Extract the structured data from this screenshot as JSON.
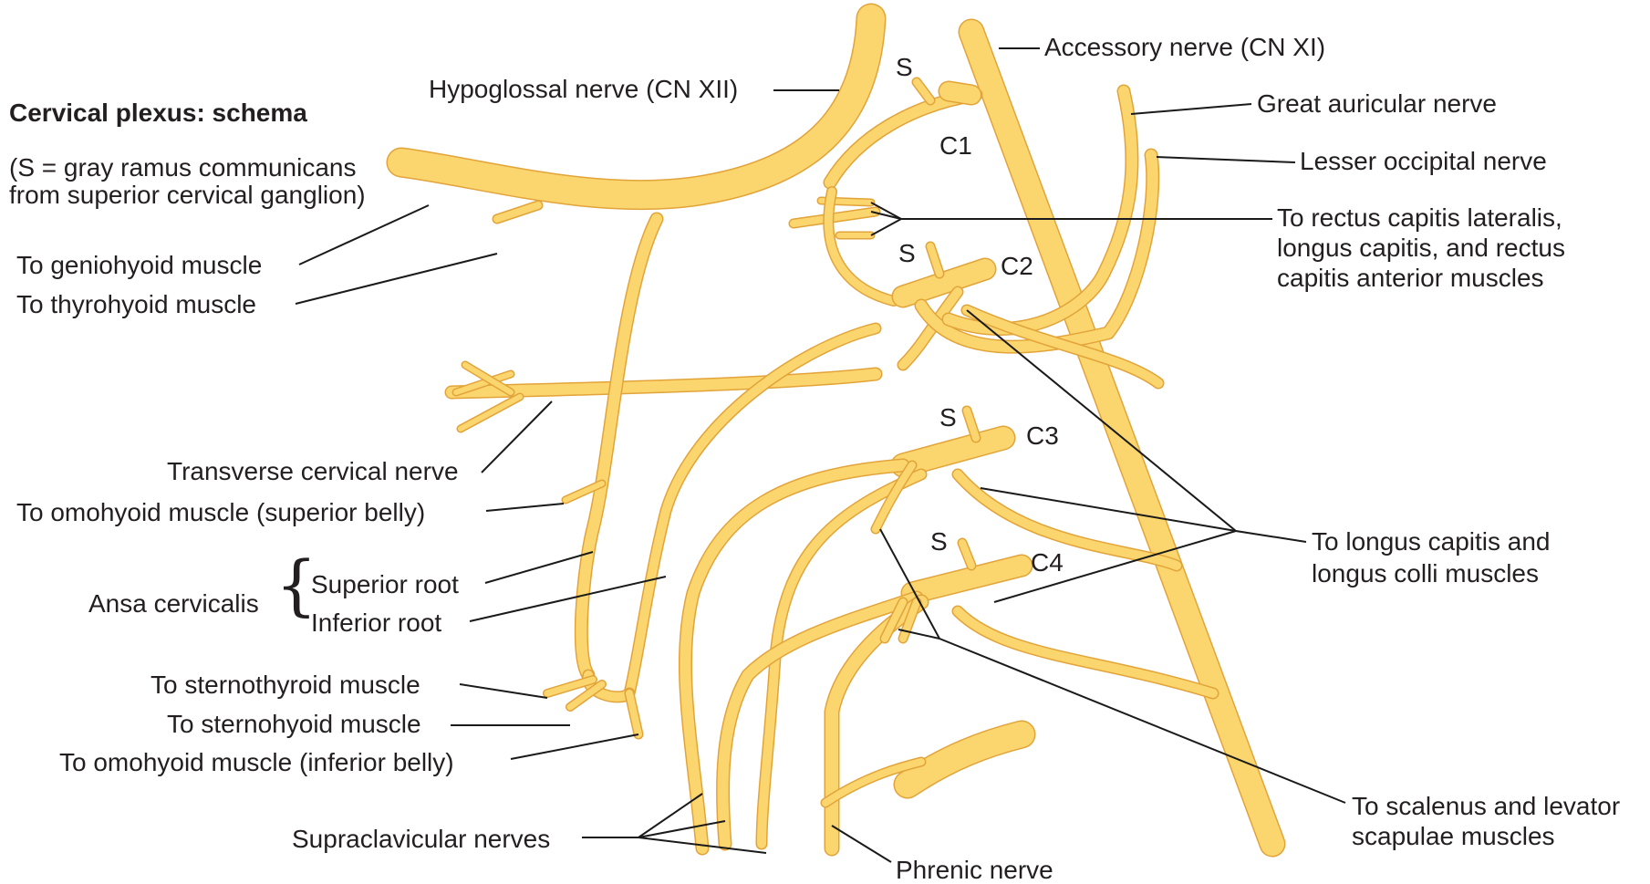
{
  "title": "Cervical plexus: schema",
  "note_line1": "(S = gray ramus communicans",
  "note_line2": "from superior cervical ganglion)",
  "colors": {
    "nerve_fill": "#fbd66e",
    "nerve_edge": "#e2a43a",
    "leader": "#1a1a1a"
  },
  "levels": {
    "c1": "C1",
    "c2": "C2",
    "c3": "C3",
    "c4": "C4",
    "s": "S"
  },
  "labels": {
    "hypoglossal": "Hypoglossal nerve (CN XII)",
    "accessory": "Accessory nerve (CN XI)",
    "great_auricular": "Great auricular nerve",
    "lesser_occipital": "Lesser occipital nerve",
    "rectus_1": "To rectus capitis lateralis,",
    "rectus_2": "longus capitis, and rectus",
    "rectus_3": "capitis anterior muscles",
    "geniohyoid": "To geniohyoid muscle",
    "thyrohyoid": "To thyrohyoid muscle",
    "transverse_cervical": "Transverse cervical nerve",
    "omohyoid_superior": "To omohyoid muscle (superior belly)",
    "ansa_cervicalis": "Ansa cervicalis",
    "superior_root": "Superior root",
    "inferior_root": "Inferior root",
    "sternothyroid": "To sternothyroid muscle",
    "sternohyoid": "To sternohyoid muscle",
    "omohyoid_inferior": "To omohyoid muscle (inferior belly)",
    "supraclavicular": "Supraclavicular nerves",
    "phrenic": "Phrenic nerve",
    "longus_1": "To longus capitis and",
    "longus_2": "longus colli muscles",
    "scalenus_1": "To scalenus and levator",
    "scalenus_2": "scapulae muscles"
  }
}
